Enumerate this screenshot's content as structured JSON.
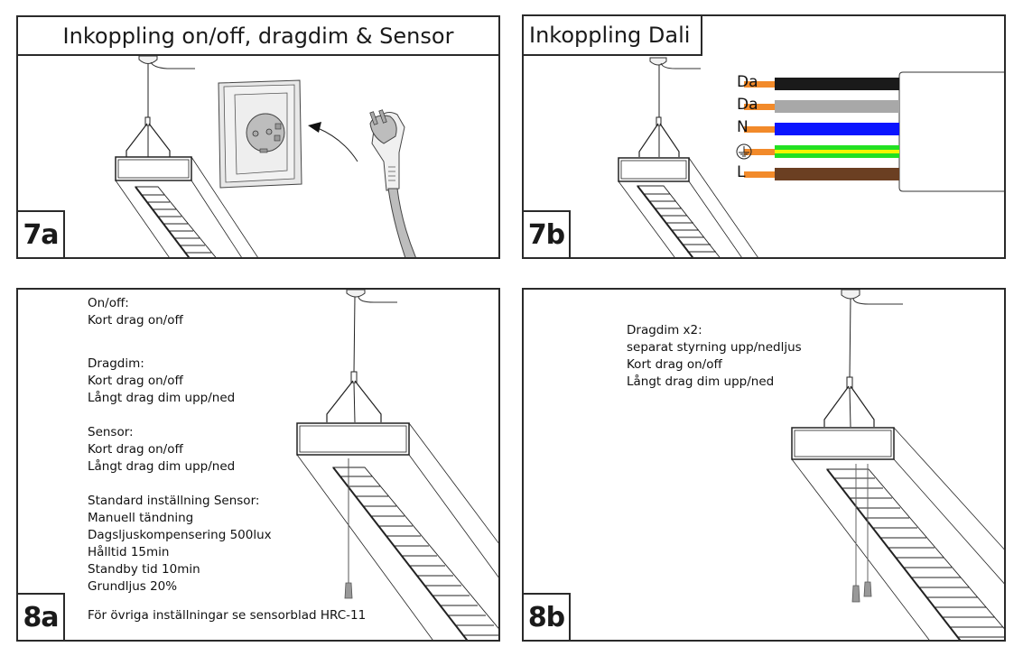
{
  "panels": {
    "p7a": {
      "label": "7a",
      "title": "Inkoppling on/off, dragdim & Sensor"
    },
    "p7b": {
      "label": "7b",
      "title": "Inkoppling Dali",
      "wires": [
        {
          "label": "Da",
          "color": "#1a1a1a",
          "stripe": null
        },
        {
          "label": "Da",
          "color": "#a8a8a8",
          "stripe": null
        },
        {
          "label": "N",
          "color": "#0a14ff",
          "stripe": null
        },
        {
          "label": "earth-symbol",
          "color": "#22e022",
          "stripe": "#f5f500"
        },
        {
          "label": "L",
          "color": "#6b3f22",
          "stripe": null
        }
      ],
      "conductor_color": "#f28a2a"
    },
    "p8a": {
      "label": "8a",
      "notes": [
        [
          "On/off:",
          "Kort drag on/off"
        ],
        [
          "Dragdim:",
          "Kort drag on/off",
          "Långt drag dim upp/ned"
        ],
        [
          "Sensor:",
          "Kort drag on/off",
          "Långt drag dim upp/ned"
        ],
        [
          "Standard inställning Sensor:",
          "Manuell tändning",
          "Dagsljuskompensering 500lux",
          "Hålltid 15min",
          "Standby tid 10min",
          "Grundljus 20%"
        ]
      ],
      "footer": "För övriga inställningar se sensorblad HRC-11"
    },
    "p8b": {
      "label": "8b",
      "notes": [
        [
          "Dragdim x2:",
          "separat styrning upp/nedljus",
          "Kort drag on/off",
          "Långt drag dim upp/ned"
        ]
      ]
    }
  }
}
